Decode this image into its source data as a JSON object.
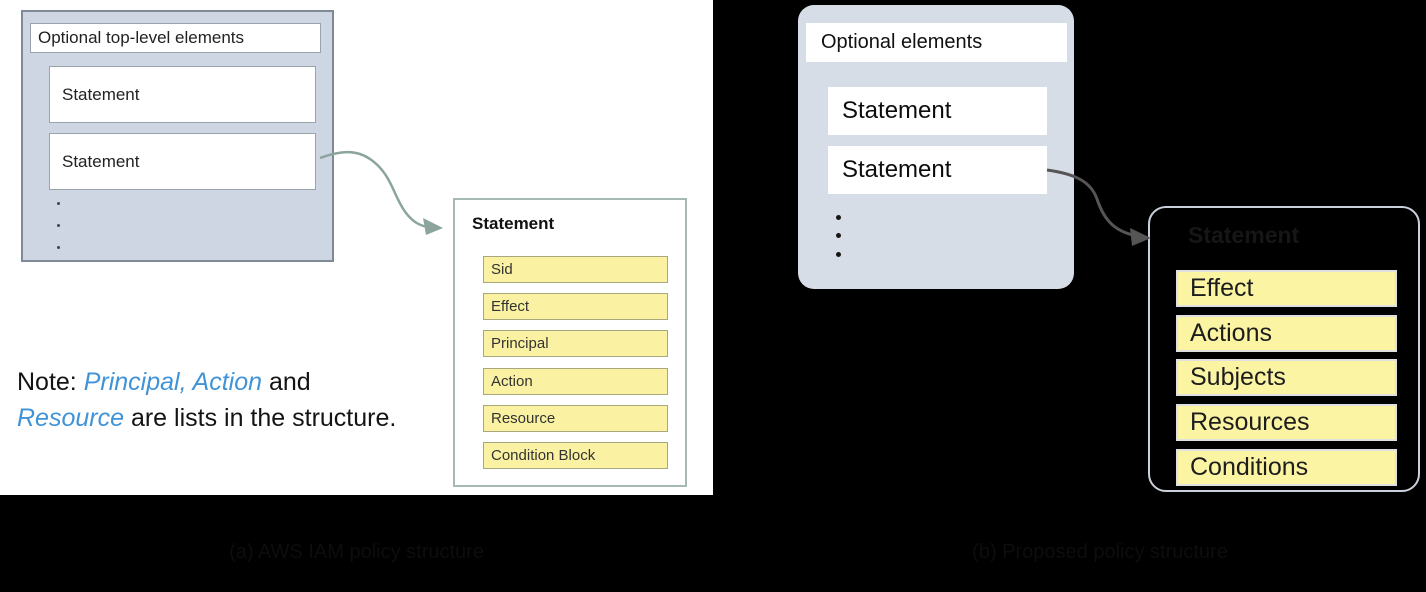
{
  "colors": {
    "canvas-bg": "#000000",
    "white-panel": "#ffffff",
    "lc-fill": "#cdd6e2",
    "lc-border": "#7f8a96",
    "box-border": "#9aa2ab",
    "ld-border": "#a6bab2",
    "yellow-left": "#faf2a2",
    "yellow-left-border": "#a8a87e",
    "arrow-left": "#8ba49c",
    "note-blue": "#4193d7",
    "rc-fill": "#d7dde7",
    "rd-border": "#c9d0da",
    "yellow-right": "#fbf4a3",
    "yellow-right-border": "#e0e0e0",
    "arrow-right": "#555555",
    "hidden-text": "#0d0d0d"
  },
  "left_figure": {
    "policy_container": {
      "optional_label": "Optional top-level elements",
      "statements": [
        "Statement",
        "Statement"
      ]
    },
    "statement_detail": {
      "title": "Statement",
      "fields": [
        "Sid",
        "Effect",
        "Principal",
        "Action",
        "Resource",
        "Condition Block"
      ]
    },
    "note": {
      "prefix": "Note: ",
      "emphasis_1": "Principal, Action",
      "connector": " and",
      "emphasis_2": "Resource",
      "suffix": " are lists in the structure."
    },
    "caption": "(a) AWS IAM policy structure"
  },
  "right_figure": {
    "policy_container": {
      "optional_label": "Optional elements",
      "statements": [
        "Statement",
        "Statement"
      ]
    },
    "statement_detail": {
      "title": "Statement",
      "fields": [
        "Effect",
        "Actions",
        "Subjects",
        "Resources",
        "Conditions"
      ]
    },
    "caption": "(b) Proposed policy structure"
  }
}
